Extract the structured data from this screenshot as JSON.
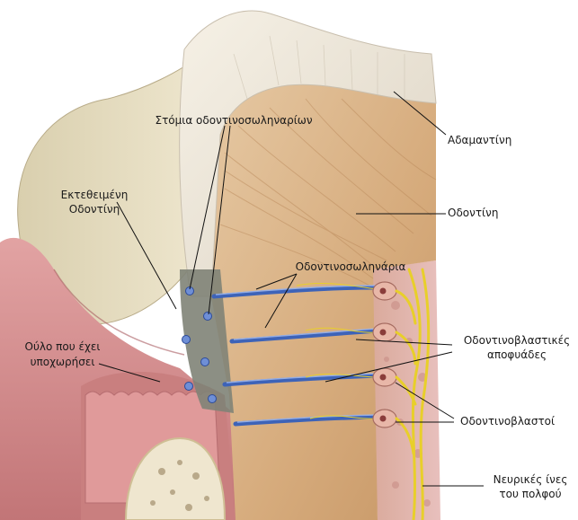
{
  "labels": {
    "enamel": "Αδαμαντίνη",
    "dentin": "Οδοντίνη",
    "tubule_openings": "Στόμια οδοντινοσωληναρίων",
    "exposed_dentin_1": "Εκτεθειμένη",
    "exposed_dentin_2": "Οδοντίνη",
    "dentinal_tubules": "Οδοντινοσωληνάρια",
    "odontoblast_processes_1": "Οδοντινοβλαστικές",
    "odontoblast_processes_2": "αποφυάδες",
    "receded_gum_1": "Ούλο που έχει",
    "receded_gum_2": "υποχωρήσει",
    "odontoblasts": "Οδοντινοβλαστοί",
    "pulp_nerves_1": "Νευρικές ίνες",
    "pulp_nerves_2": "του πολφού"
  },
  "colors": {
    "enamel": "#ece6da",
    "dentin": "#d8b48a",
    "tubule": "#3d63b8",
    "nerve": "#e8cf2a",
    "gum": "#d48e90",
    "bone": "#efe6cf"
  }
}
